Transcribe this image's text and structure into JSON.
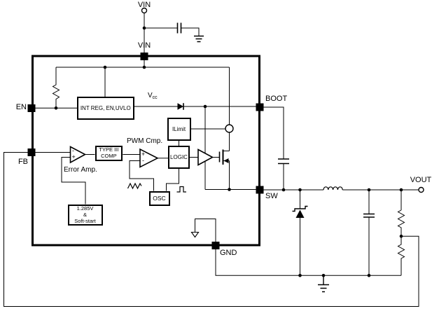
{
  "diagram_type": "buck-converter-application-schematic",
  "terminals": {
    "vin": "VIN",
    "vout": "VOUT"
  },
  "pins": {
    "vin": "VIN",
    "en": "EN",
    "fb": "FB",
    "boot": "BOOT",
    "sw": "SW",
    "gnd": "GND"
  },
  "blocks": {
    "int_reg": "INT REG, EN,UVLO",
    "ilimit": "ILimit",
    "logic": "LOGIC",
    "comp_line1": "TYPE III",
    "comp_line2": "COMP",
    "osc": "OSC",
    "ref_line1": "1.285V",
    "ref_line2": "&",
    "ref_line3": "Soft-start"
  },
  "labels": {
    "error_amp": "Error Amp.",
    "pwm_cmp": "PWM Cmp.",
    "vcc_main": "V",
    "vcc_sub": "cc"
  },
  "symbols": {
    "plus": "+",
    "minus": "-"
  },
  "colors": {
    "line": "#000000",
    "text": "#000000",
    "background": "#ffffff"
  }
}
